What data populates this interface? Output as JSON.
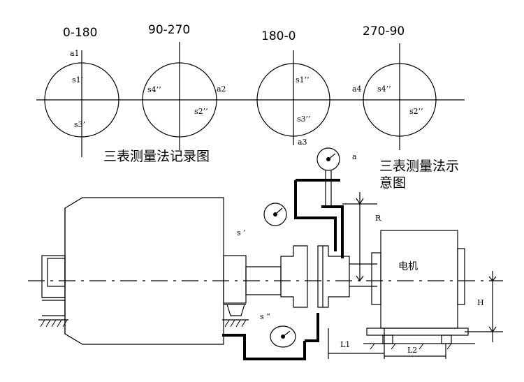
{
  "record": {
    "headers": [
      "0-180",
      "90-270",
      "180-0",
      "270-90"
    ],
    "labels": {
      "a1": "a1",
      "s1p": "s1’",
      "s3p": "s3’",
      "s4pp": "s4’’",
      "a2": "a2",
      "s2pp": "s2’’",
      "s1pp": "s1’’",
      "s3pp": "s3’’",
      "a3": "a3",
      "a4": "a4",
      "s4pp_b": "s4’’",
      "s2pp_b": "s2’’"
    },
    "caption": "三表测量法记录图"
  },
  "schematic": {
    "caption_line1": "三表测量法示",
    "caption_line2": "意图",
    "gauge_a": "a",
    "gauge_s_upper": "s ‘",
    "gauge_s_lower": "s “",
    "R": "R",
    "motor": "电机",
    "H": "H",
    "L1": "L1",
    "L2": "L2"
  }
}
